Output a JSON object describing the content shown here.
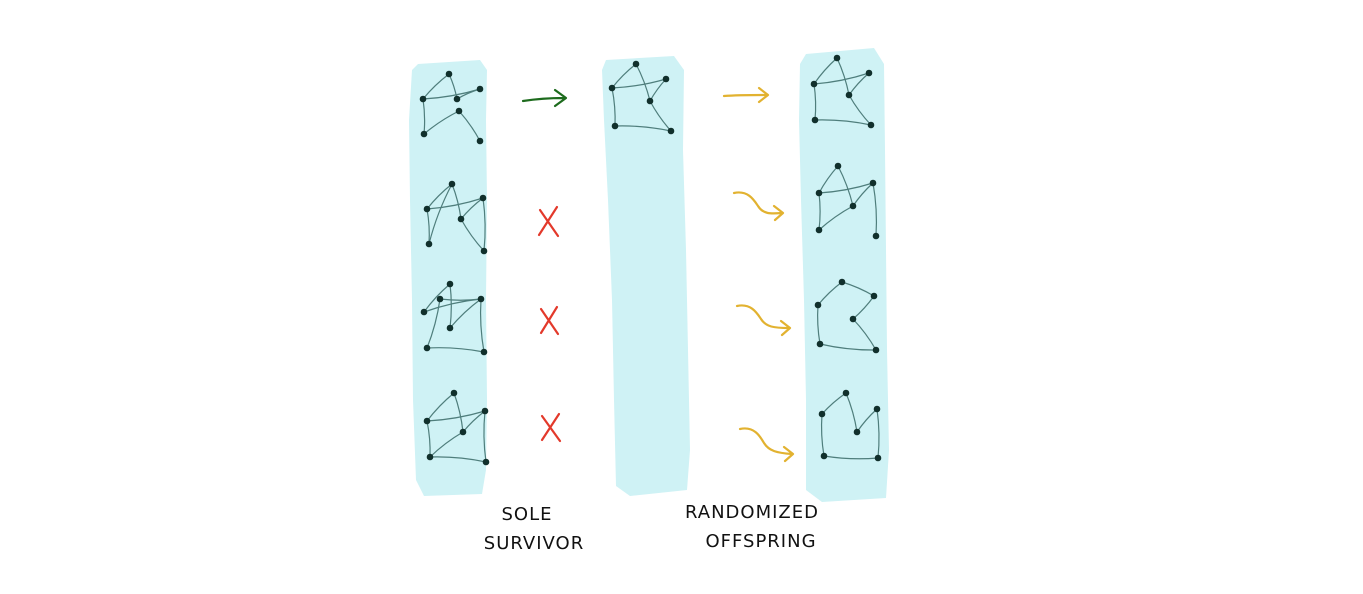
{
  "colors": {
    "band": "#cff2f5",
    "node": "#11302c",
    "edge": "#4f7e7c",
    "keep_arrow": "#1d6b1d",
    "eliminated": "#e3392b",
    "offspring_arrow": "#e2b230"
  },
  "columns": {
    "generation": {
      "individuals": 4
    },
    "selected": {
      "individuals": 1
    },
    "offspring": {
      "individuals": 4
    }
  },
  "icons": {
    "keep": "arrow-right-icon",
    "eliminated": "x-mark-icon",
    "offspring": "squiggle-arrow-icon"
  },
  "labels": {
    "survivor": [
      "SOLE",
      "SURVIVOR"
    ],
    "offspring": [
      "RANDOMIZED",
      "OFFSPRING"
    ]
  }
}
